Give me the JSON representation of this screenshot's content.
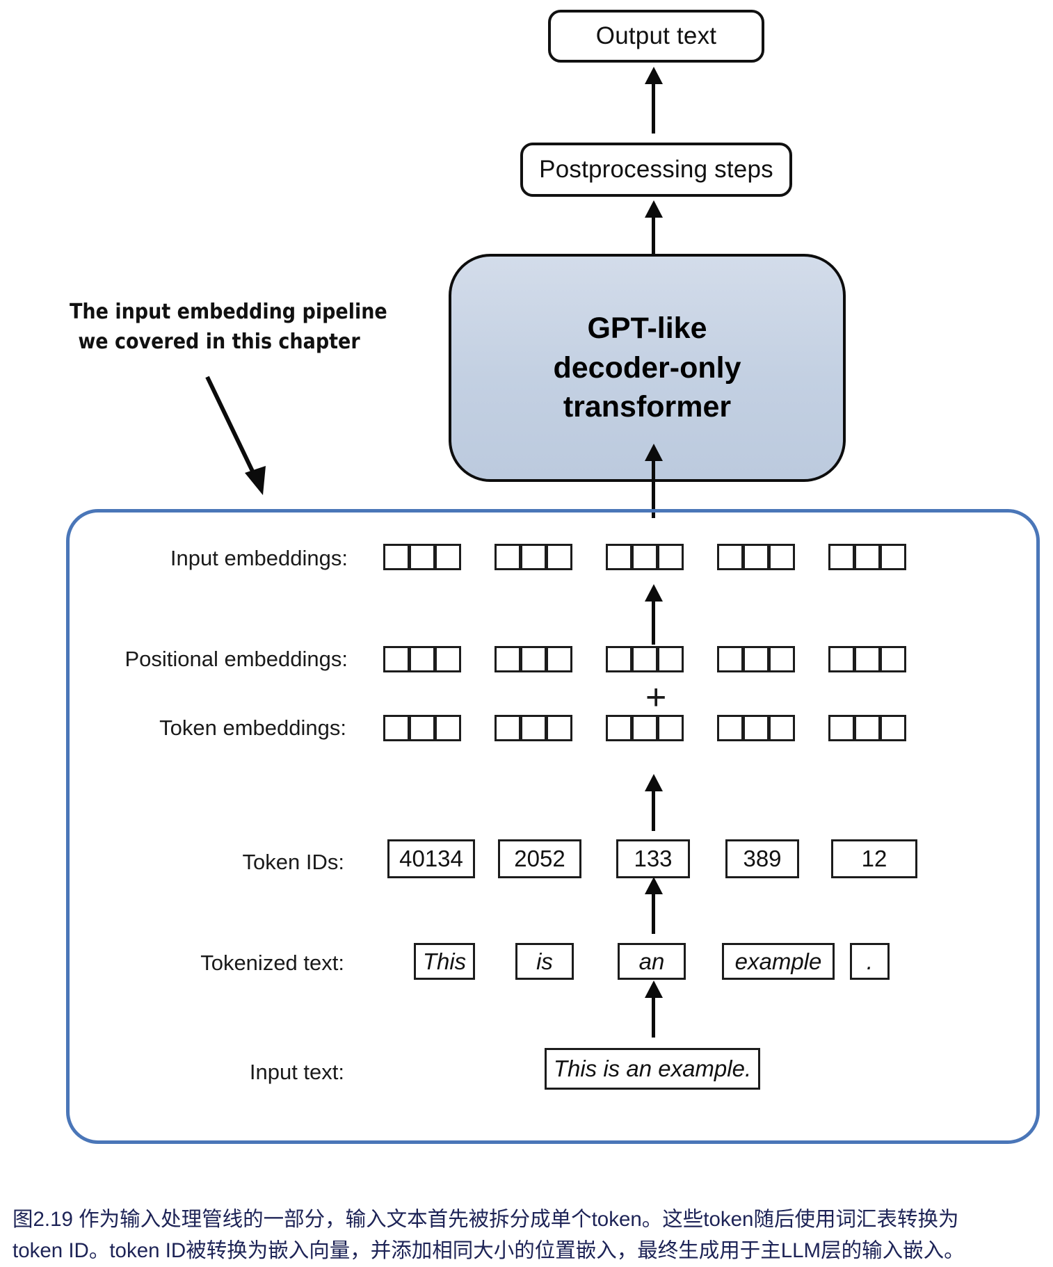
{
  "figure": {
    "title_top": "Output text",
    "postprocessing": "Postprocessing steps",
    "transformer_line1": "GPT-like",
    "transformer_line2": "decoder-only",
    "transformer_line3": "transformer",
    "annotation_line1": "The input embedding pipeline",
    "annotation_line2": "we covered in this chapter",
    "plus": "+"
  },
  "rows": {
    "input_embeddings_label": "Input embeddings:",
    "positional_embeddings_label": "Positional embeddings:",
    "token_embeddings_label": "Token embeddings:",
    "token_ids_label": "Token IDs:",
    "tokenized_text_label": "Tokenized text:",
    "input_text_label": "Input text:"
  },
  "values": {
    "token_ids": [
      "40134",
      "2052",
      "133",
      "389",
      "12"
    ],
    "tokens": [
      "This",
      "is",
      "an",
      "example",
      "."
    ],
    "input_text": "This is an example.",
    "embedding_group_count": 5,
    "embedding_cells_per_group": 3
  },
  "colors": {
    "transformer_fill": "#c7d3e4",
    "pipeline_border": "#4a76b8",
    "stroke": "#111111",
    "caption_text": "#1d2356"
  },
  "caption": {
    "line1": "图2.19 作为输入处理管线的一部分，输入文本首先被拆分成单个token。这些token随后使用词汇表转换为",
    "line2": "token ID。token ID被转换为嵌入向量，并添加相同大小的位置嵌入，最终生成用于主LLM层的输入嵌入。"
  }
}
